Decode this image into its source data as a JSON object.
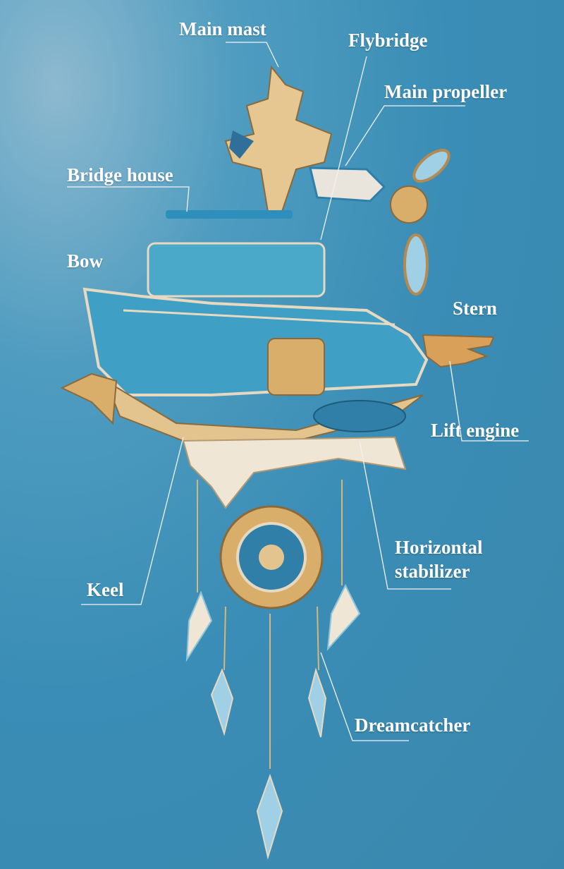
{
  "labels": {
    "main_mast": "Main mast",
    "flybridge": "Flybridge",
    "main_propeller": "Main propeller",
    "bridge_house": "Bridge house",
    "bow": "Bow",
    "stern": "Stern",
    "lift_engine": "Lift engine",
    "horizontal_stabilizer_1": "Horizontal",
    "horizontal_stabilizer_2": "stabilizer",
    "keel": "Keel",
    "dreamcatcher": "Dreamcatcher"
  },
  "colors": {
    "background": "#3a8db6",
    "wood": "#e3c48e",
    "hull": "#3f9fc4",
    "label": "#ffffff"
  }
}
